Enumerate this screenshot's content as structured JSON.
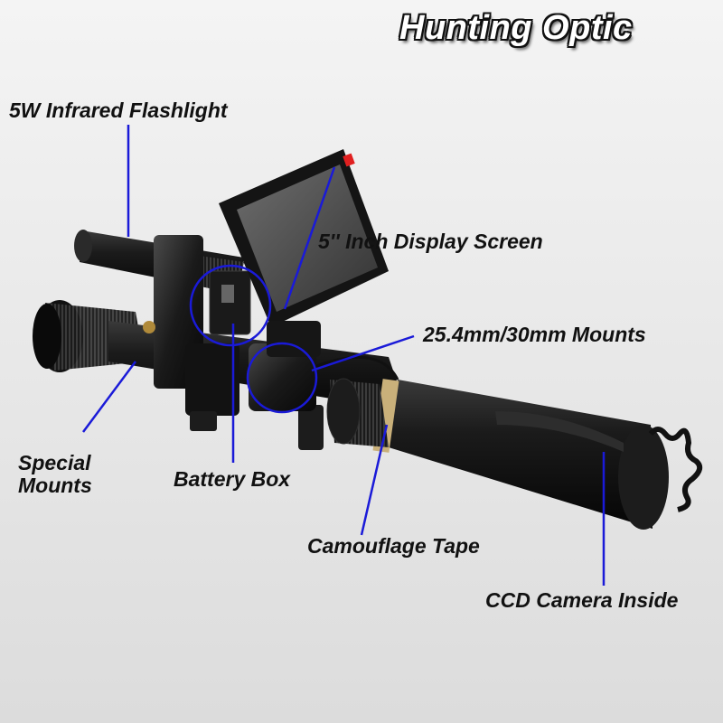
{
  "title": "Hunting Optic",
  "labels": {
    "flashlight": "5W Infrared Flashlight",
    "display": "5'' Inch Display Screen",
    "mounts": "25.4mm/30mm Mounts",
    "special_line1": "Special",
    "special_line2": "Mounts",
    "battery": "Battery Box",
    "tape": "Camouflage Tape",
    "ccd": "CCD Camera Inside"
  },
  "colors": {
    "background": "#ebebeb",
    "callout_line": "#1a1ad8",
    "device_body": "#151515",
    "tape": "#c9b07a",
    "screen_led": "#e02020"
  }
}
